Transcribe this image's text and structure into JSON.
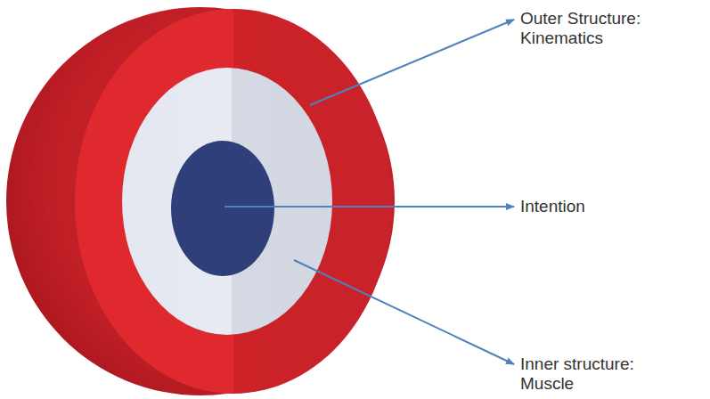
{
  "diagram": {
    "labels": [
      "Outer Structure: Kinematics",
      "Intention",
      "Inner structure: Muscle"
    ]
  }
}
